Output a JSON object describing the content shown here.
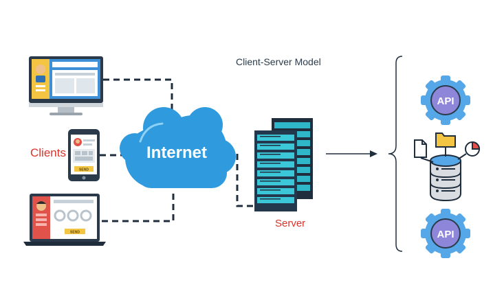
{
  "title": "Client-Server Model",
  "labels": {
    "clients": "Clients",
    "internet": "Internet",
    "server": "Server",
    "api_top": "API",
    "api_bottom": "API"
  },
  "devices": {
    "phone_button": "SEND",
    "laptop_button": "SEND"
  },
  "colors": {
    "red_label": "#d9342b",
    "cloud_blue": "#2f9bde",
    "dark_navy": "#1f2d3d",
    "server_teal": "#2fb7c9",
    "api_gear": "#55a7e8",
    "api_inner": "#8e86d8",
    "yellow": "#f4c542"
  },
  "icons": [
    "desktop-monitor-icon",
    "smartphone-icon",
    "laptop-icon",
    "cloud-icon",
    "server-rack-icon",
    "api-gear-icon",
    "database-icon",
    "document-icon",
    "folder-icon",
    "pie-chart-icon"
  ]
}
